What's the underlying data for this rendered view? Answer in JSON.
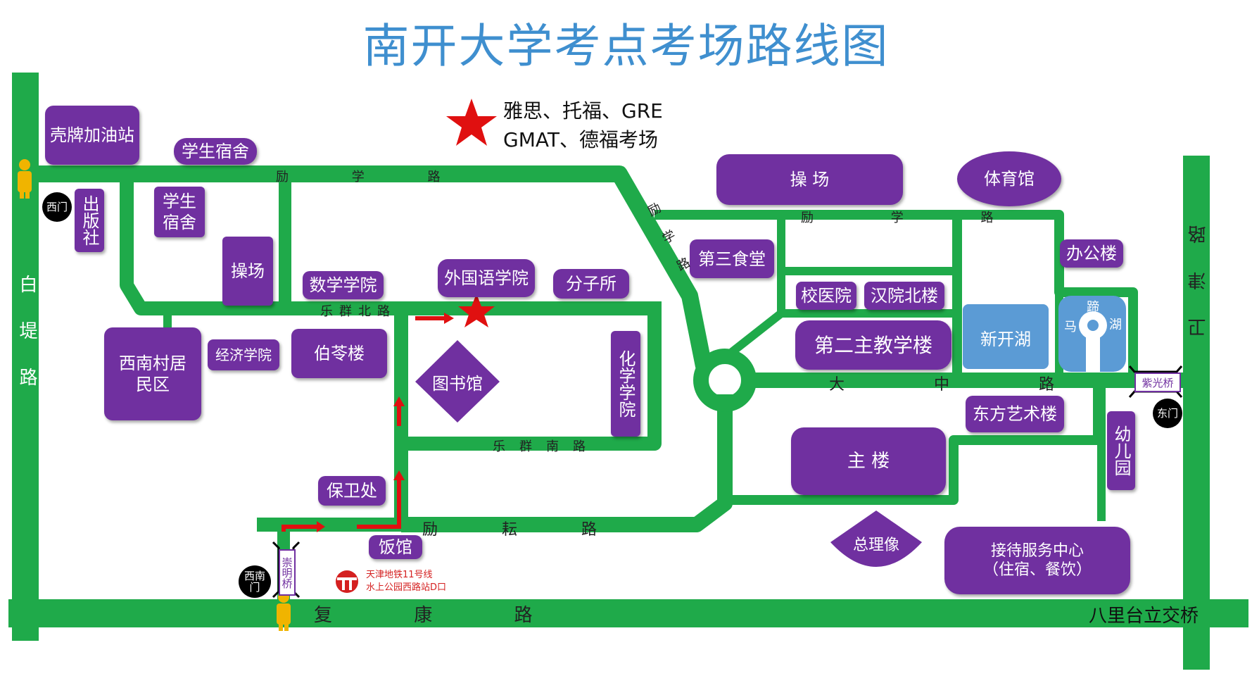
{
  "title": "南开大学考点考场路线图",
  "legend": {
    "line1": "雅思、托福、GRE",
    "line2": "GMAT、德福考场",
    "star_color": "#e01010"
  },
  "colors": {
    "road": "#1faa4a",
    "building": "#7030a0",
    "lake": "#5b9bd5",
    "title": "#3f8fcf",
    "arrow": "#e01010",
    "person": "#f0b400"
  },
  "roads": {
    "lixue_north": "励 学 路",
    "lixue_diag": "励学路",
    "lixue_east": "励 学 路",
    "lequn_north": "乐群北路",
    "lequn_south": "乐群南路",
    "dazhong": "大 中 路",
    "liyun": "励 耘 路",
    "fukang": "复 康 路",
    "baiti": "白堤路",
    "weijin": "卫津路",
    "balitai": "八里台立交桥"
  },
  "buildings": {
    "shell_station": "壳牌加油站",
    "dorm_top": "学生宿舍",
    "publisher": "出版社",
    "dorm_left": "学生宿舍",
    "playground_small": "操场",
    "math": "数学学院",
    "foreign_lang": "外国语学院",
    "molecular": "分子所",
    "xinan_village": "西南村居民区",
    "economics": "经济学院",
    "boling": "伯苓楼",
    "library": "图书馆",
    "chemistry": "化学学院",
    "security": "保卫处",
    "restaurant": "饭馆",
    "playground_big": "操 场",
    "gym": "体育馆",
    "canteen3": "第三食堂",
    "office": "办公楼",
    "clinic": "校医院",
    "hanyuan": "汉院北楼",
    "second_main": "第二主教学楼",
    "xinkai_lake": "新开湖",
    "dongfang": "东方艺术楼",
    "kindergarten": "幼儿园",
    "main_building": "主 楼",
    "zongli_statue": "总理像",
    "reception_l1": "接待服务中心",
    "reception_l2": "（住宿、餐饮）"
  },
  "mati_lake": {
    "top": "蹄",
    "left": "马",
    "right": "湖"
  },
  "gates": {
    "west": "西门",
    "southwest": "西南门",
    "east": "东门"
  },
  "bridges": {
    "chongming": "崇明桥",
    "ziguang": "紫光桥"
  },
  "metro": {
    "line1": "天津地铁11号线",
    "line2": "水上公园西路站D口"
  }
}
